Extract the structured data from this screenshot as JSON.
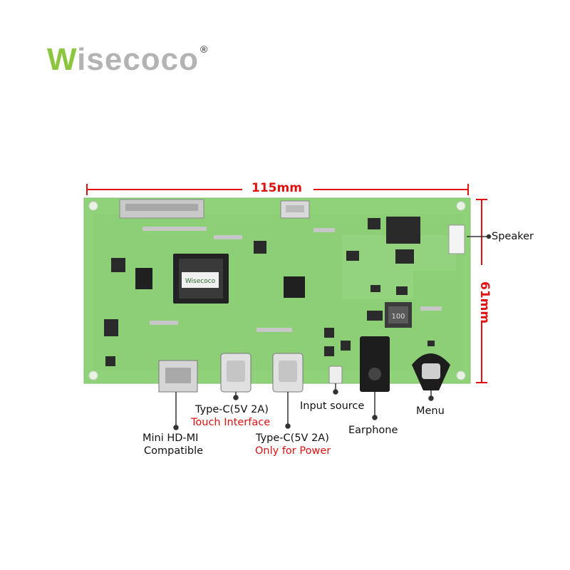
{
  "brand": {
    "w": "W",
    "rest": "isecoco",
    "mark": "®"
  },
  "dimensions": {
    "width": "115mm",
    "height": "61mm"
  },
  "callouts": {
    "speaker": "Speaker",
    "type_c_1": "Type-C(5V 2A)",
    "type_c_1_note": "Touch Interface",
    "input_source": "Input source",
    "menu": "Menu",
    "mini_hdmi_1": "Mini HD-MI",
    "mini_hdmi_2": "Compatible",
    "type_c_2": "Type-C(5V 2A)",
    "type_c_2_note": "Only for Power",
    "earphone": "Earphone"
  },
  "chip_marks": {
    "main_chip": "Wisecoco",
    "inductor": "100"
  },
  "colors": {
    "board": "#8fd27a",
    "dimension": "#e01010",
    "brand_green": "#8cc63e"
  }
}
